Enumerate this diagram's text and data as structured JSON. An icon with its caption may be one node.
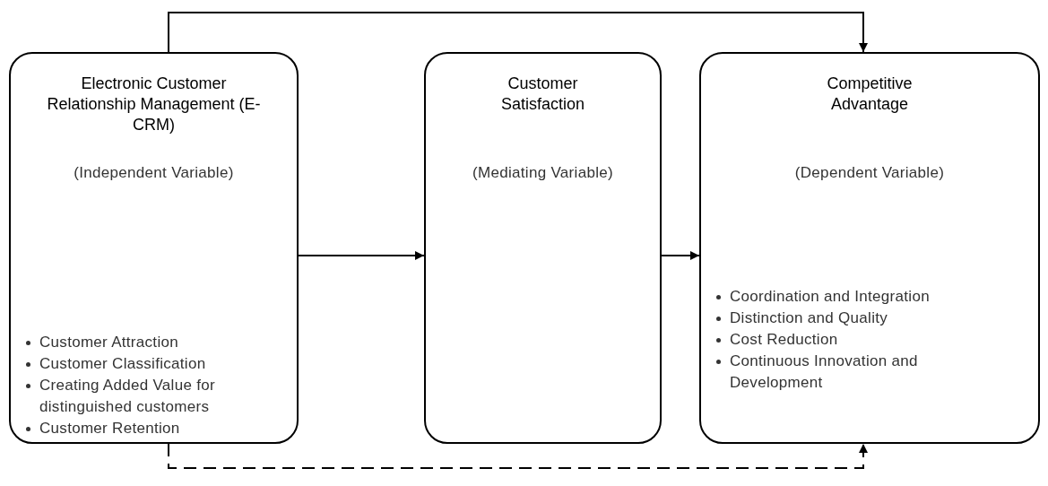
{
  "diagram": {
    "nodes": [
      {
        "text": [
          "Electronic Customer Relationship Management (E-CRM)",
          "(Independent Variable)",
          "Customer Attraction",
          "Customer Classification",
          "Creating Added Value for distinguished customers",
          "Customer Retention"
        ]
      },
      {
        "text": [
          "Customer Satisfaction",
          "(Mediating Variable)"
        ]
      },
      {
        "text": [
          "Competitive Advantage",
          "(Dependent Variable)",
          "Coordination and Integration",
          "Distinction and Quality",
          "Cost Reduction",
          "Continuous Innovation and Development"
        ]
      }
    ],
    "edges": [
      {
        "from": 0,
        "to": 1,
        "arrow": "to"
      },
      {
        "from": 1,
        "to": 2,
        "arrow": "to"
      },
      {
        "from": 0,
        "to": 2,
        "arrow": "to"
      },
      {
        "from": 0,
        "to": 2,
        "arrow": "to",
        "style": "dashed"
      }
    ]
  }
}
